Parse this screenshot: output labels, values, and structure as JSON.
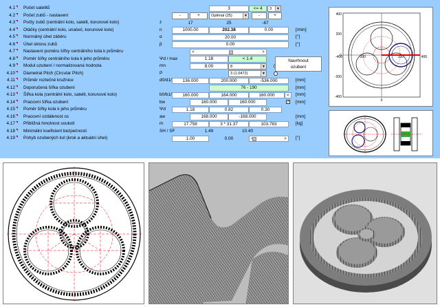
{
  "rows": [
    {
      "num": "4.1",
      "label": "Počet satelitů",
      "symbol": "",
      "unit": ""
    },
    {
      "num": "4.2",
      "label": "Počet zubů - nastavení",
      "symbol": "",
      "unit": ""
    },
    {
      "num": "4.3",
      "label": "Počty zubů (centrální kolo, satelit, korunové kolo)",
      "symbol": "z",
      "unit": ""
    },
    {
      "num": "4.4",
      "label": "Otáčky (centrální kolo, unašeč, korunové kolo)",
      "symbol": "n",
      "unit": "[/min]"
    },
    {
      "num": "4.5",
      "label": "Normálný úhel záběru",
      "symbol": "α",
      "unit": "[°]"
    },
    {
      "num": "4.6",
      "label": "Úhel sklonu zubů",
      "symbol": "β",
      "unit": "[°]"
    },
    {
      "num": "4.7",
      "label": "Nastavení poměru šířky centrálního kola k průměru",
      "symbol": "",
      "unit": ""
    },
    {
      "num": "4.8",
      "label": "Poměr šířky centrálního kola k jeho průměru",
      "symbol": "Ψd / max",
      "unit": ""
    },
    {
      "num": "4.9",
      "label": "Modul ozubení / normalizovaná hodnota",
      "symbol": "mn",
      "unit": "[mm]"
    },
    {
      "num": "4.10",
      "label": "Diametral Pitch (Circular Pitch)",
      "symbol": "P",
      "unit": ""
    },
    {
      "num": "4.11",
      "label": "Průměr roztečné kružnice",
      "symbol": "d0/d1/d2",
      "unit": "[mm]"
    },
    {
      "num": "4.12",
      "label": "Doporučená šířka ozubení",
      "symbol": "",
      "unit": "[mm]"
    },
    {
      "num": "4.13",
      "label": "Šířka kola  (centrální kolo, satelit, korunové kolo)",
      "symbol": "b0/b1/b2",
      "unit": "[mm]"
    },
    {
      "num": "4.14",
      "label": "Pracovní šířka ozubení",
      "symbol": "bw",
      "unit": "[mm]"
    },
    {
      "num": "4.15",
      "label": "Poměr šířky kola k jeho průměru",
      "symbol": "Ψd",
      "unit": ""
    },
    {
      "num": "4.16",
      "label": "Pracovní vzdálenost os",
      "symbol": "aw",
      "unit": "[mm]"
    },
    {
      "num": "4.17",
      "label": "Přibližná hmotnost soukolí",
      "symbol": "m",
      "unit": "[kg]"
    },
    {
      "num": "4.18",
      "label": "Minimální koeficient bezpečnosti",
      "symbol": "SH / SF",
      "unit": ""
    },
    {
      "num": "4.19",
      "label": "Pohyb ozubených kol (krok a aktuální úhel)",
      "symbol": "",
      "unit": "[°]"
    }
  ],
  "values": {
    "satellites": "3",
    "satellites_limit": "<= 4",
    "satellites_dd": "3",
    "minus": "-",
    "plus": "+",
    "teeth_mode": "Optimal (25)",
    "z0": "17",
    "z1": "25",
    "z2": "-67",
    "n0": "1000.00",
    "n1": "202.38",
    "n2": "0.00",
    "alpha": "20.00",
    "beta": "0.00",
    "scroll_left": "<",
    "scroll_right": ">",
    "psi_max_value": "1.18",
    "psi_max_limit": "< 1.4",
    "module": "8.00",
    "module_dd": "8",
    "dp_dd": "3   (1.0472)",
    "d0": "136.000",
    "d1": "200.000",
    "d2": "-536.000",
    "rec_width": "76 - 190",
    "b0": "160.000",
    "b1": "164.000",
    "b2": "160.000",
    "b_lt": "<",
    "bw0": "160.000",
    "bw1": "160.000",
    "psid0": "1.18",
    "psid1": "0.82",
    "psid2": "0.30",
    "aw0": "168.000",
    "aw1": "-168.000",
    "m0": "17.758",
    "m1": "3 * 31.37",
    "m2": "103.783",
    "sh": "1.49",
    "sf": "10.40",
    "step": "1.00",
    "angle": "0.00",
    "navrh_line1": "Navrhnout",
    "navrh_line2": "ozubení",
    "check": "✓"
  },
  "plot": {
    "ticks_y": [
      "400",
      "200",
      "0",
      "-200",
      "-400"
    ],
    "ticks_x": [
      "-400",
      "-200",
      "0",
      "200",
      "400"
    ]
  },
  "colors": {
    "form_bg": "#99ccff",
    "green_cell": "#ccffcc",
    "red": "#e00000",
    "navy": "#1a1a6e"
  }
}
